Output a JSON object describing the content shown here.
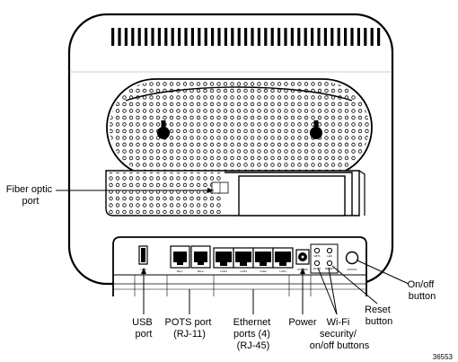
{
  "figure_id": "36553",
  "labels": {
    "fiber_optic_port": [
      "Fiber optic",
      "port"
    ],
    "usb_port": [
      "USB",
      "port"
    ],
    "pots_port": [
      "POTS port",
      "(RJ-11)"
    ],
    "ethernet_ports": [
      "Ethernet",
      "ports (4)",
      "(RJ-45)"
    ],
    "power": [
      "Power"
    ],
    "wifi_buttons": [
      "Wi-Fi",
      "security/",
      "on/off buttons"
    ],
    "reset_button": [
      "Reset",
      "button"
    ],
    "onoff_button": [
      "On/off",
      "button"
    ]
  },
  "panel_text": {
    "usb": "USB",
    "tel1": "TEL1",
    "tel2": "TEL2",
    "lan4": "LAN4",
    "lan3": "LAN3",
    "lan2": "LAN2",
    "lan1": "LAN1",
    "power": "POWER",
    "wps": "WPS",
    "led": "LED",
    "wlan": "WLAN",
    "reset": "RESET",
    "on_off": "ON/OFF"
  }
}
